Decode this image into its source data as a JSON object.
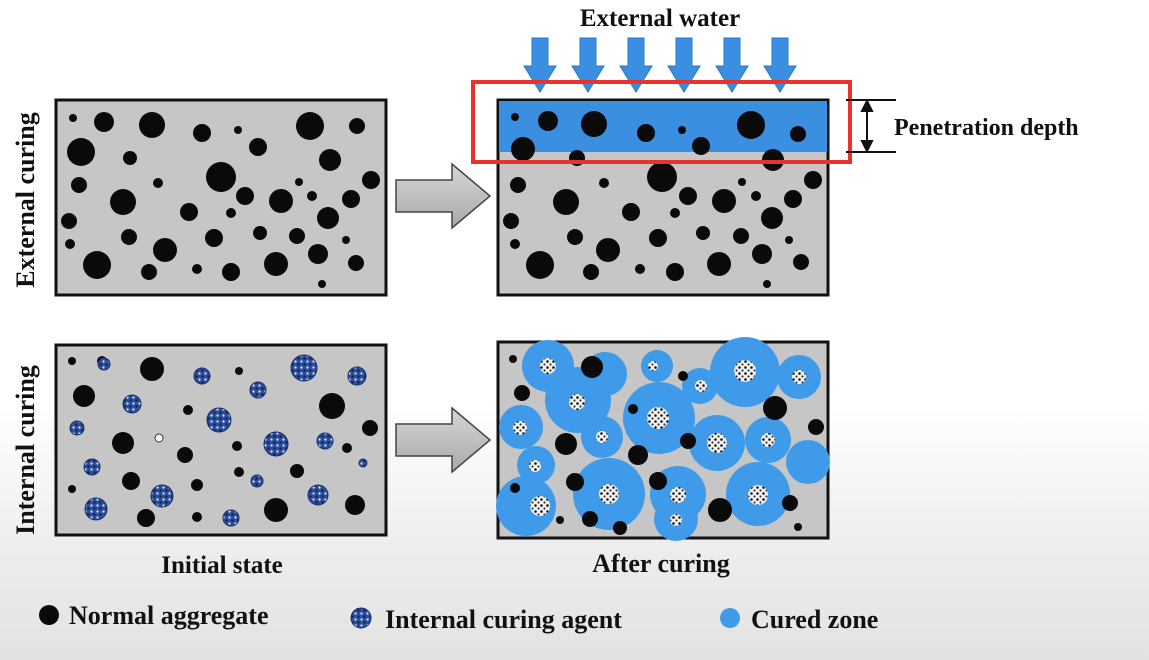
{
  "labels": {
    "external_water": "External water",
    "penetration_depth": "Penetration depth",
    "row_external": "External curing",
    "row_internal": "Internal curing",
    "col_initial": "Initial state",
    "col_after": "After curing"
  },
  "legend": [
    {
      "text": "Normal aggregate",
      "icon": "black-dot-icon"
    },
    {
      "text": "Internal curing agent",
      "icon": "blue-speckled-dot-icon"
    },
    {
      "text": "Cured zone",
      "icon": "blue-dot-icon"
    }
  ],
  "colors": {
    "panel_fill": "#c6c6c6",
    "aggregate": "#0a0a0a",
    "water": "#3a8fe0",
    "cured_zone": "#3f9bea",
    "agent_fill": "#2c4f9a",
    "highlight_box": "#e8332a",
    "process_arrow": "#bdbdbd",
    "water_arrow": "#3a8fe0"
  }
}
